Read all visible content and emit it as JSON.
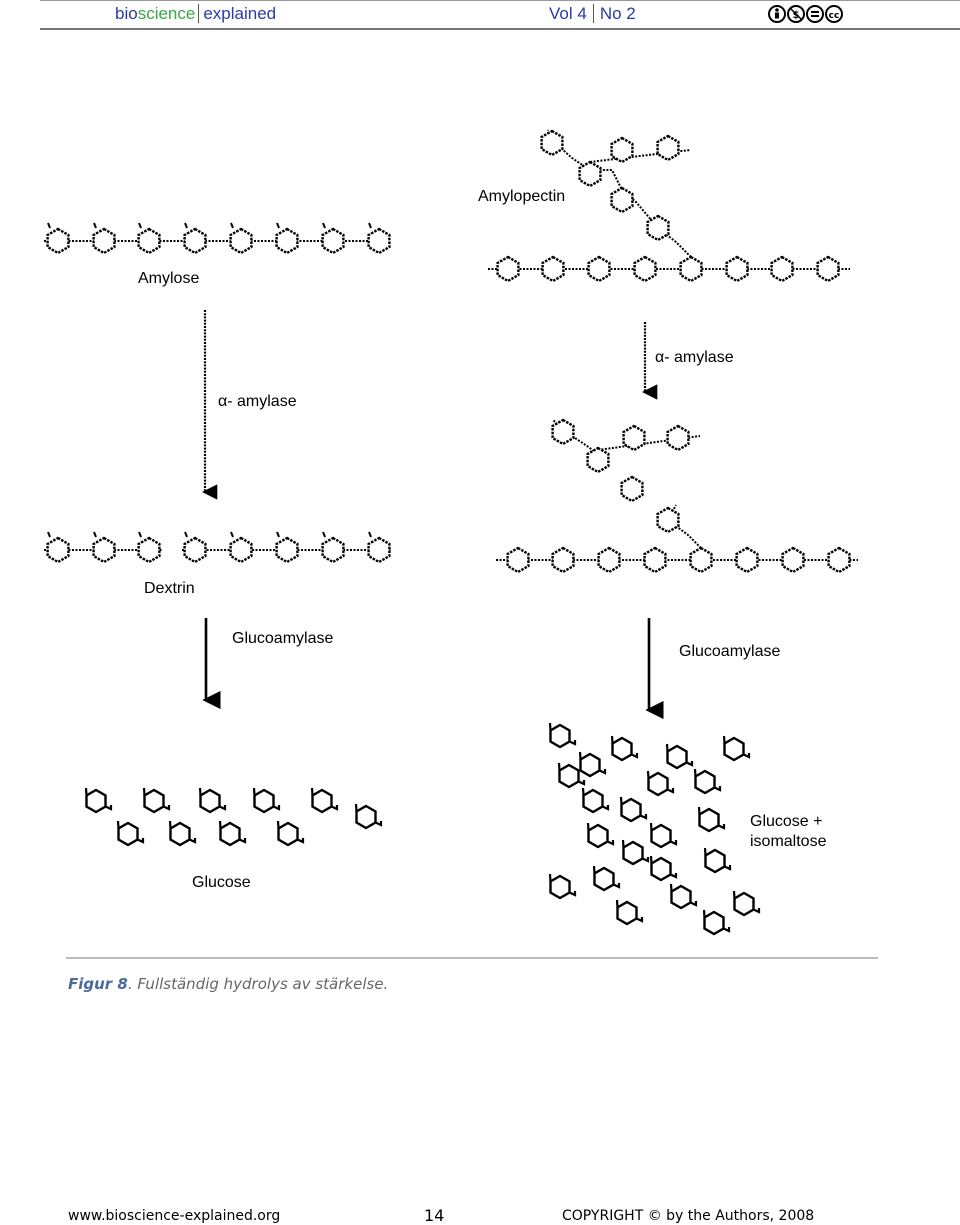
{
  "header": {
    "brand_bio": "bio",
    "brand_science": "science",
    "brand_explained": "explained",
    "volume": "Vol 4",
    "issue": "No 2",
    "license_icons": [
      "cc-by-icon",
      "cc-nc-icon",
      "cc-nd-icon",
      "cc-icon"
    ]
  },
  "diagram": {
    "amylose_label": "Amylose",
    "amylopectin_label": "Amylopectin",
    "alpha_amylase_left": "α- amylase",
    "alpha_amylase_right": "α- amylase",
    "dextrin_label": "Dextrin",
    "glucoamylase_left": "Glucoamylase",
    "glucoamylase_right": "Glucoamylase",
    "glucose_label": "Glucose",
    "glucose_isomaltose_line1": "Glucose +",
    "glucose_isomaltose_line2": "isomaltose"
  },
  "caption": {
    "figure_label": "Figur 8",
    "text": ". Fullständig hydrolys av stärkelse."
  },
  "footer": {
    "url": "www.bioscience-explained.org",
    "page_number": "14",
    "copyright": "COPYRIGHT © by the Authors, 2008"
  }
}
